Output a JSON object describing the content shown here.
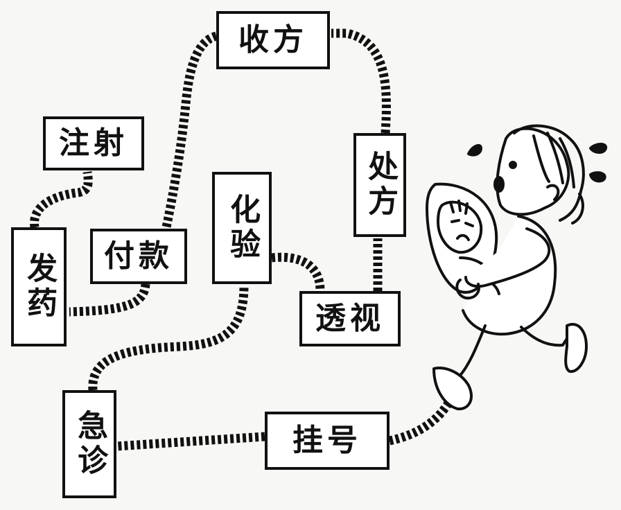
{
  "diagram": {
    "ink_color": "#111111",
    "paper_color": "#f7f7f5",
    "nodes": [
      {
        "id": "shoufang",
        "label": "收方"
      },
      {
        "id": "zhushe",
        "label": "注射"
      },
      {
        "id": "fayao",
        "label": "发药"
      },
      {
        "id": "fukuan",
        "label": "付款"
      },
      {
        "id": "huayan",
        "label": "化验"
      },
      {
        "id": "chufang",
        "label": "处方"
      },
      {
        "id": "toushi",
        "label": "透视"
      },
      {
        "id": "jizhen",
        "label": "急诊"
      },
      {
        "id": "guahao",
        "label": "挂号"
      }
    ],
    "figure": "parent-running-with-baby"
  }
}
